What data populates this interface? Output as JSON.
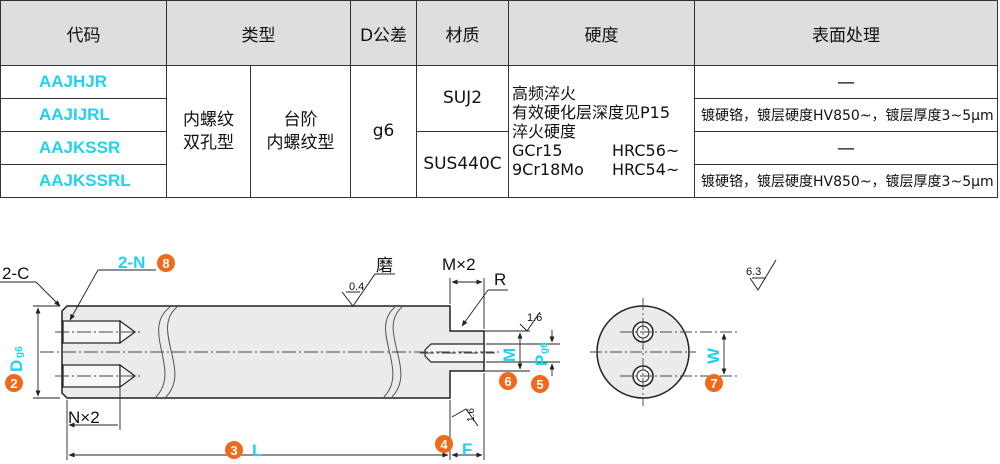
{
  "table": {
    "headers": {
      "code": "代码",
      "type": "类型",
      "tolerance": "D公差",
      "material": "材质",
      "hardness": "硬度",
      "surface": "表面处理"
    },
    "codes": [
      "AAJHJR",
      "AAJIJRL",
      "AAJKSSR",
      "AAJKSSRL"
    ],
    "type_a": [
      "内螺纹",
      "双孔型"
    ],
    "type_b": [
      "台阶",
      "内螺纹型"
    ],
    "tolerance": "g6",
    "materials": [
      "SUJ2",
      "SUS440C"
    ],
    "hardness": {
      "line1": "高频淬火",
      "line2": "有效硬化层深度见P15",
      "line3": "淬火硬度",
      "gcr_name": "GCr15",
      "gcr_value": "HRC56~",
      "cr_name": "9Cr18Mo",
      "cr_value": "HRC54~"
    },
    "surface": {
      "none": "—",
      "plating": "镀硬铬，镀层硬度HV850~，镀层厚度3~5μm"
    }
  },
  "drawing": {
    "labels": {
      "chamfer": "2-C",
      "thread": "2-N",
      "diameter": "D",
      "diameter_sub": "g6",
      "grind": "磨",
      "grind_ra": "0.4",
      "step_m": "M×2",
      "radius": "R",
      "ra_16": "1.6",
      "step_height": "M",
      "p_label": "P",
      "p_sub": "g6",
      "pitch": "N×2",
      "length": "L",
      "f_label": "F",
      "ra_63": "6.3",
      "width": "W",
      "ra_16b": "1.6"
    },
    "badges": [
      "2",
      "3",
      "4",
      "5",
      "6",
      "7",
      "8"
    ],
    "accent_cyan": "#1fd2ee",
    "accent_orange": "#f06a1c"
  }
}
